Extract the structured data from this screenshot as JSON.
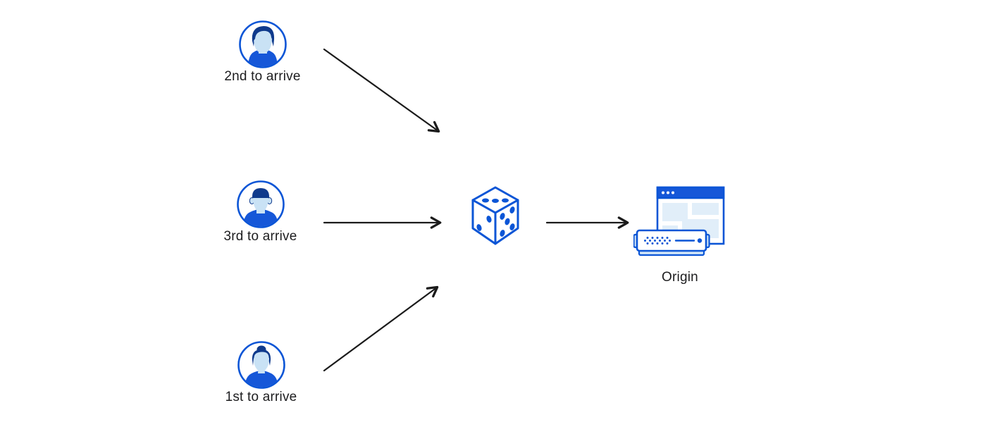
{
  "diagram": {
    "colors": {
      "primary_blue": "#0b55d6",
      "dark_navy": "#0f3a8c",
      "light_blue_fill": "#cfe4f7",
      "wireframe_fill": "#e1eef9",
      "arrow_black": "#1b1b1b",
      "label_text": "#1d1d1f",
      "background": "#ffffff"
    },
    "nodes": {
      "visitor_top": {
        "label": "2nd to arrive",
        "icon": "user-avatar-male-swept-hair-icon"
      },
      "visitor_middle": {
        "label": "3rd to arrive",
        "icon": "user-avatar-male-short-hair-icon"
      },
      "visitor_bottom": {
        "label": "1st to arrive",
        "icon": "user-avatar-female-bun-icon"
      },
      "randomizer": {
        "icon": "dice-icon",
        "pips": {
          "top_face": 3,
          "left_face": 2,
          "right_face": 5
        }
      },
      "origin": {
        "label": "Origin",
        "icon": "origin-server-browser-icon"
      }
    },
    "edges": [
      {
        "from": "visitor_top",
        "to": "randomizer"
      },
      {
        "from": "visitor_middle",
        "to": "randomizer"
      },
      {
        "from": "visitor_bottom",
        "to": "randomizer"
      },
      {
        "from": "randomizer",
        "to": "origin"
      }
    ]
  }
}
